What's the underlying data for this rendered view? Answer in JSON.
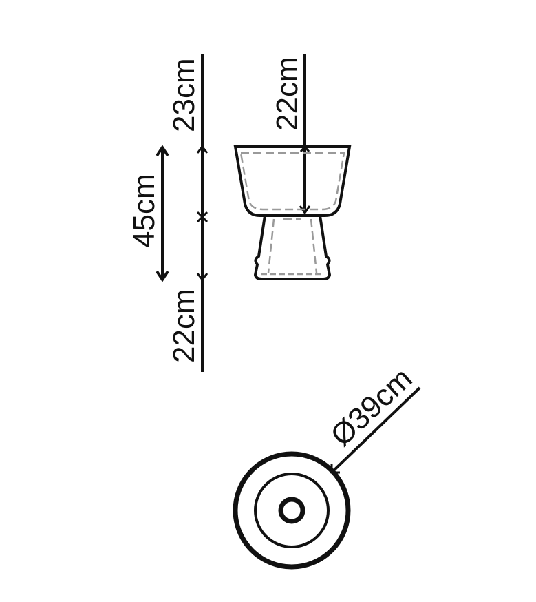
{
  "dimensions": {
    "top_clearance": "23cm",
    "inner_depth": "22cm",
    "product_height": "45cm",
    "bottom_clearance": "22cm",
    "diameter": "Ø39cm"
  },
  "colors": {
    "ink": "#111111",
    "dashed": "#9a9a9a",
    "background": "#ffffff"
  }
}
